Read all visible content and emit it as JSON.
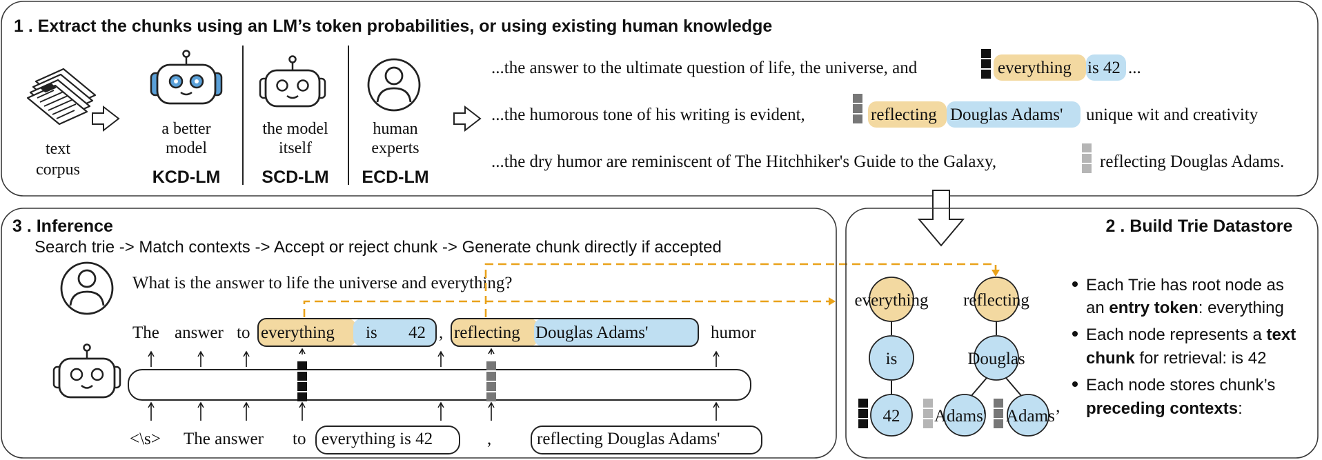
{
  "colors": {
    "panel_border": "#3a3a3a",
    "chunk_orange": "#f3d9a1",
    "chunk_blue": "#bfdff2",
    "node_orange": "#f3d9a1",
    "node_blue": "#bfdff2",
    "arrow_orange": "#e9a21a",
    "bar_black": "#111111",
    "bar_gray": "#777777",
    "bar_light": "#b5b5b5"
  },
  "panel1": {
    "title": "1 . Extract the chunks using an LM’s token probabilities, or using existing human knowledge",
    "corpus_line1": "text",
    "corpus_line2": "corpus",
    "kcd_desc1": "a better",
    "kcd_desc2": "model",
    "kcd_name": "KCD-LM",
    "scd_desc1": "the model",
    "scd_desc2": "itself",
    "scd_name": "SCD-LM",
    "ecd_desc1": "human",
    "ecd_desc2": "experts",
    "ecd_name": "ECD-LM",
    "line1_text": "...the answer to the ultimate question of life, the universe, and",
    "line1_chunk1": "everything",
    "line1_chunk2": "is 42",
    "line1_end": "...",
    "line2_text": "...the humorous tone of his writing is evident,",
    "line2_chunk1": "reflecting",
    "line2_chunk2": "Douglas Adams'",
    "line2_end": "unique wit and creativity",
    "line3_text": "...the dry humor are reminiscent of The Hitchhiker's Guide to the Galaxy,",
    "line3_end": "reflecting Douglas Adams."
  },
  "panel2": {
    "title": "2 . Build Trie Datastore",
    "trie1": {
      "root": "everything",
      "child": "is",
      "leaf": "42"
    },
    "trie2": {
      "root": "reflecting",
      "child": "Douglas",
      "leaf1": "Adams'",
      "leaf2": "Adams’"
    },
    "bullets": [
      {
        "l1a": "Each Trie has root node as",
        "l2a": "an ",
        "l2b": "entry token",
        "l2c": ": everything"
      },
      {
        "l1a": "Each node represents a ",
        "l1b": "text",
        "l2a": "chunk",
        "l2b": " for retrieval: is 42"
      },
      {
        "l1a": "Each node stores chunk’s",
        "l2a": "preceding contexts",
        "l2b": ":"
      }
    ]
  },
  "panel3": {
    "title": "3 . Inference",
    "subtitle": "Search trie -> Match contexts -> Accept or reject chunk -> Generate chunk directly if accepted",
    "question": "What is the answer to life the universe and everything?",
    "out_the": "The",
    "out_answer": "answer",
    "out_to": "to",
    "out_chunk1a": "everything",
    "out_chunk1b": "is",
    "out_chunk1c": "42",
    "out_comma": ",",
    "out_chunk2a": "reflecting",
    "out_chunk2b": "Douglas Adams'",
    "out_humor": "humor",
    "in_s": "<\\s>",
    "in_answer": "The answer",
    "in_to": "to",
    "in_chunk1": "everything is 42",
    "in_comma": ",",
    "in_chunk2": "reflecting Douglas Adams'"
  }
}
